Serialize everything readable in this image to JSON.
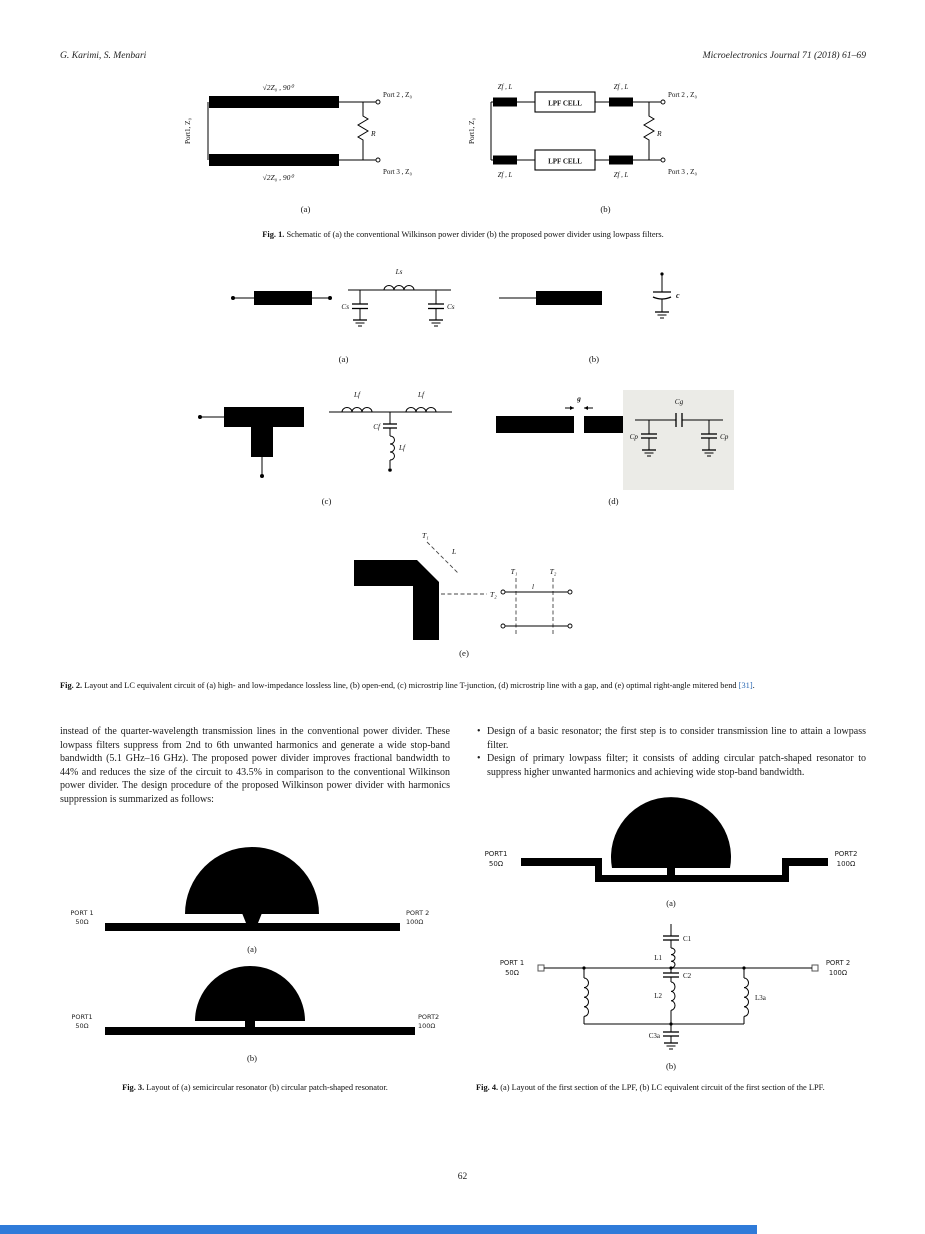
{
  "header": {
    "authors": "G. Karimi, S. Menbari",
    "journal": "Microelectronics Journal 71 (2018) 61–69"
  },
  "fig1": {
    "a": {
      "port1": "Port1, Z₀",
      "line_top": "√2Z₀ , 90⁰",
      "line_bottom": "√2Z₀ , 90⁰",
      "resistor": "R",
      "port2": "Port 2 , Z₀",
      "port3": "Port 3 , Z₀",
      "label": "(a)"
    },
    "b": {
      "port1": "Port1, Z₀",
      "segment": "Zf , L",
      "lpf_cell": "LPF CELL",
      "resistor": "R",
      "port2": "Port 2 , Z₀",
      "port3": "Port 3 , Z₀",
      "label": "(b)"
    },
    "caption_bold": "Fig. 1.",
    "caption_text": " Schematic of (a) the conventional Wilkinson power divider (b) the proposed power divider using lowpass filters."
  },
  "fig2": {
    "a": {
      "ls": "Ls",
      "cs": "Cs",
      "label": "(a)"
    },
    "b": {
      "c": "c",
      "label": "(b)"
    },
    "c": {
      "lf": "Lf",
      "cf": "Cf",
      "label": "(c)"
    },
    "d": {
      "g": "g",
      "cg": "Cg",
      "cp": "Cp",
      "label": "(d)"
    },
    "e": {
      "t1": "T₁",
      "t2": "T₂",
      "l_big": "L",
      "l_small": "l",
      "label": "(e)"
    },
    "caption_bold": "Fig. 2.",
    "caption_text": " Layout and LC equivalent circuit of (a) high- and low-impedance lossless line, (b) open-end, (c) microstrip line T-junction, (d) microstrip line with a gap, and (e) optimal right-angle mitered bend ",
    "caption_ref": "[31]",
    "caption_after_ref": "."
  },
  "body": {
    "left_paragraph": "instead of the quarter-wavelength transmission lines in the conventional power divider. These lowpass filters suppress from 2nd to 6th unwanted harmonics and generate a wide stop-band bandwidth (5.1 GHz–16 GHz). The proposed power divider improves fractional bandwidth to 44% and reduces the size of the circuit to 43.5% in comparison to the conventional Wilkinson power divider. The design procedure of the proposed Wilkinson power divider with harmonics suppression is summarized as follows:",
    "bullets": [
      "Design of a basic resonator; the first step is to consider transmission line to attain a lowpass filter.",
      "Design of primary lowpass filter; it consists of adding circular patch-shaped resonator to suppress higher unwanted harmonics and achieving wide stop-band bandwidth."
    ]
  },
  "fig3": {
    "a": {
      "port1_name": "PORT 1",
      "port1_z": "50Ω",
      "port2_name": "PORT 2",
      "port2_z": "100Ω",
      "label": "(a)"
    },
    "b": {
      "port1_name": "PORT1",
      "port1_z": "50Ω",
      "port2_name": "PORT2",
      "port2_z": "100Ω",
      "label": "(b)"
    },
    "caption_bold": "Fig. 3.",
    "caption_text": " Layout of (a) semicircular resonator (b) circular patch-shaped resonator."
  },
  "fig4": {
    "a": {
      "port1_name": "PORT1",
      "port1_z": "50Ω",
      "port2_name": "PORT2",
      "port2_z": "100Ω",
      "label": "(a)"
    },
    "b": {
      "port1_name": "PORT 1",
      "port1_z": "50Ω",
      "port2_name": "PORT 2",
      "port2_z": "100Ω",
      "c1": "C1",
      "l1": "L1",
      "c2": "C2",
      "l2": "L2",
      "l3a": "L3a",
      "c3a": "C3a",
      "label": "(b)"
    },
    "caption_bold": "Fig. 4.",
    "caption_text": " (a) Layout of the first section of the LPF, (b) LC equivalent circuit of the first section of the LPF."
  },
  "footer": {
    "page_number": "62"
  },
  "colors": {
    "link_blue": "#2e6bb5",
    "footer_bar": "#2f7bd9"
  }
}
